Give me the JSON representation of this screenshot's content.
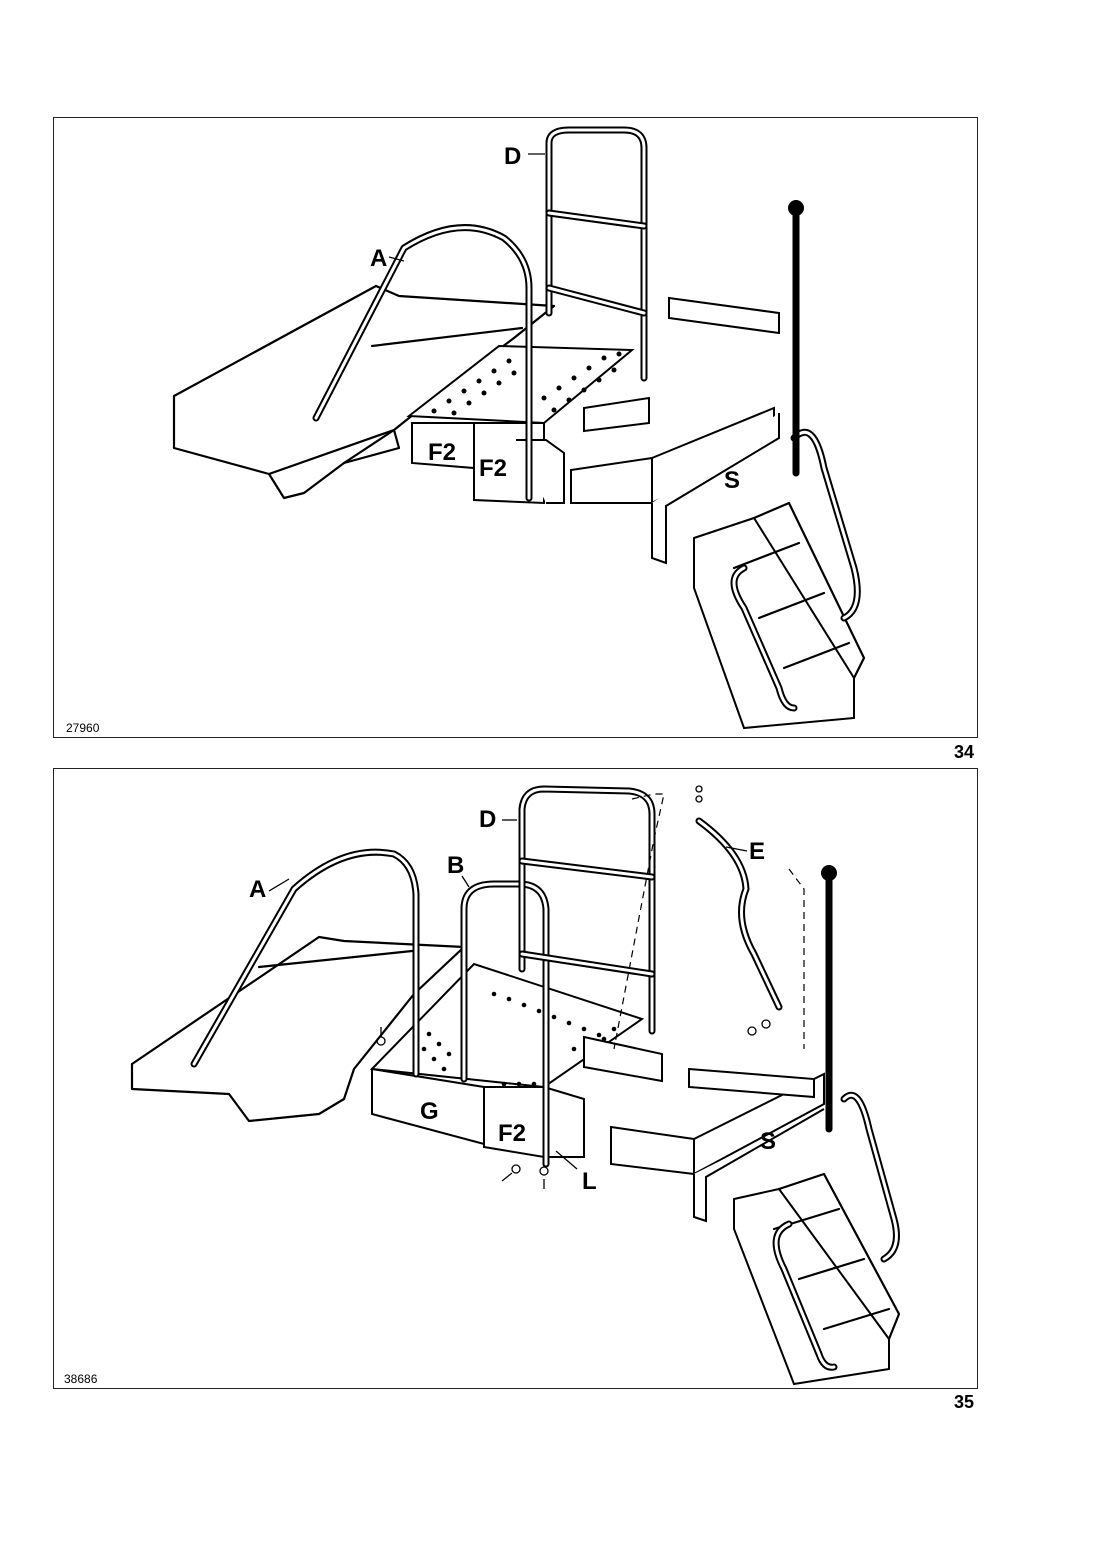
{
  "figures": [
    {
      "drawing_id": "27960",
      "figure_number": "34",
      "callouts": {
        "A": "A",
        "D": "D",
        "F2a": "F2",
        "F2b": "F2",
        "S": "S"
      }
    },
    {
      "drawing_id": "38686",
      "figure_number": "35",
      "callouts": {
        "A": "A",
        "B": "B",
        "D": "D",
        "E": "E",
        "F2": "F2",
        "G": "G",
        "L": "L",
        "S": "S"
      }
    }
  ]
}
